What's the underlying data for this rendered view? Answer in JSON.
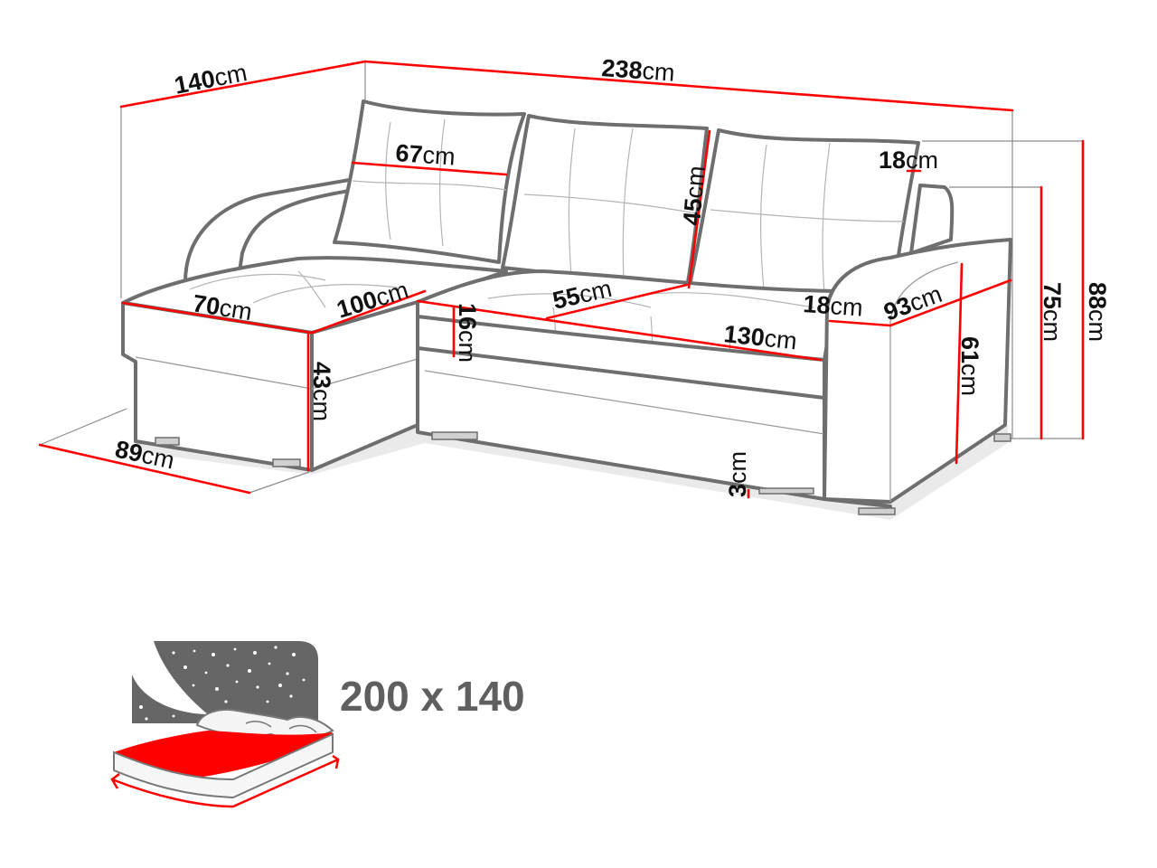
{
  "diagram": {
    "subject": "corner sofa bed dimensions",
    "unit": "cm",
    "colors": {
      "dimension_line": "#ff0000",
      "outline": "#6e6e6e",
      "icon_gray": "#666666",
      "bed_sheet": "#ff0000",
      "bed_text": "#5f5f5f"
    },
    "dimensions": {
      "depth_total": {
        "value": "140",
        "unit": "cm"
      },
      "width_total": {
        "value": "238",
        "unit": "cm"
      },
      "pillow_width": {
        "value": "67",
        "unit": "cm"
      },
      "backrest_height": {
        "value": "45",
        "unit": "cm"
      },
      "back_thickness": {
        "value": "18",
        "unit": "cm"
      },
      "height_mid": {
        "value": "75",
        "unit": "cm"
      },
      "height_total": {
        "value": "88",
        "unit": "cm"
      },
      "chaise_width": {
        "value": "70",
        "unit": "cm"
      },
      "chaise_length": {
        "value": "100",
        "unit": "cm"
      },
      "cushion_height": {
        "value": "16",
        "unit": "cm"
      },
      "seat_depth": {
        "value": "55",
        "unit": "cm"
      },
      "armrest_width": {
        "value": "18",
        "unit": "cm"
      },
      "armrest_depth": {
        "value": "93",
        "unit": "cm"
      },
      "seat_width": {
        "value": "130",
        "unit": "cm"
      },
      "chaise_height": {
        "value": "43",
        "unit": "cm"
      },
      "armrest_height": {
        "value": "61",
        "unit": "cm"
      },
      "chaise_depth": {
        "value": "89",
        "unit": "cm"
      },
      "leg_height": {
        "value": "3",
        "unit": "cm"
      }
    },
    "sleeping_area": {
      "icon": "bed-icon",
      "label": "200 x 140"
    }
  }
}
